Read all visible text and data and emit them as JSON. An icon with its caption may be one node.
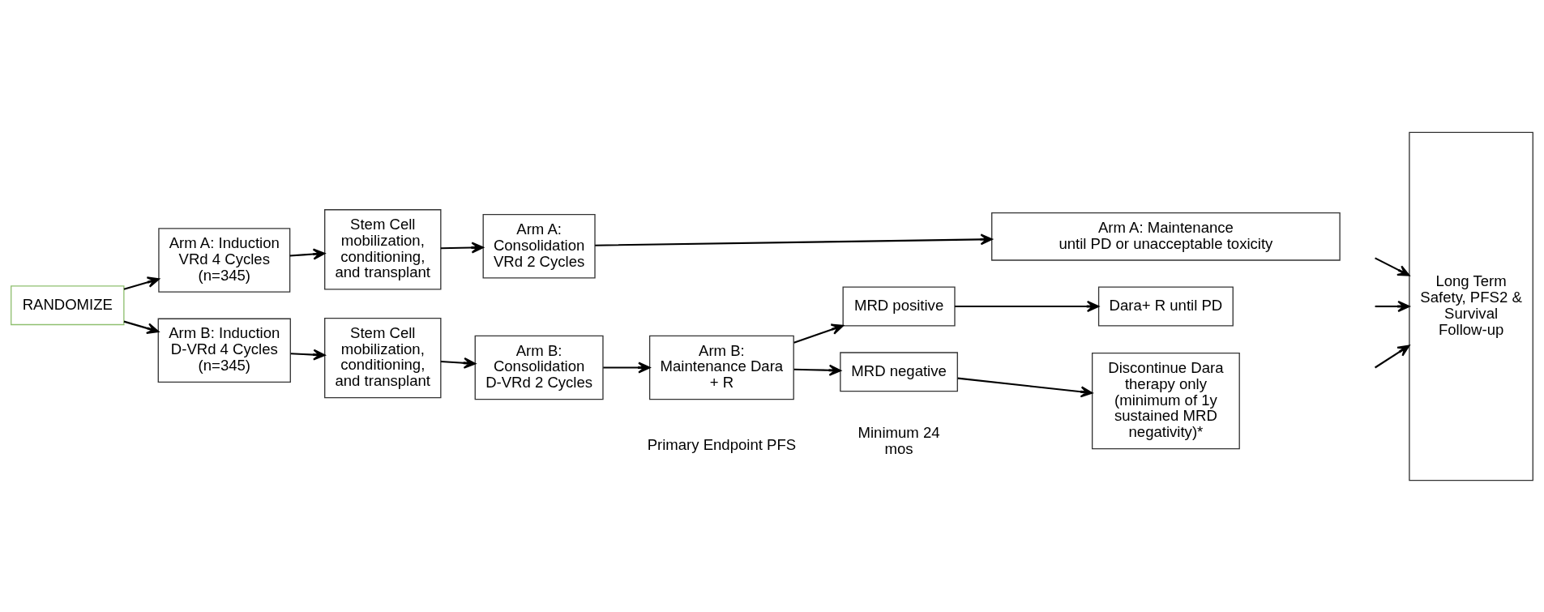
{
  "diagram": {
    "nodes": [
      {
        "text": [
          "RANDOMIZE"
        ]
      },
      {
        "text": [
          "Arm A: Induction VRd 4 Cycles (n=345)"
        ]
      },
      {
        "text": [
          "Stem Cell mobilization, conditioning, and transplant"
        ]
      },
      {
        "text": [
          "Arm A: Consolidation VRd 2 Cycles"
        ]
      },
      {
        "text": [
          "Arm A: Maintenance",
          "until PD or unacceptable toxicity"
        ]
      },
      {
        "text": [
          "Arm B: Induction D-VRd 4 Cycles (n=345)"
        ]
      },
      {
        "text": [
          "Stem Cell mobilization, conditioning, and transplant"
        ]
      },
      {
        "text": [
          "Arm B: Consolidation D-VRd 2 Cycles"
        ]
      },
      {
        "text": [
          "Arm B: Maintenance Dara + R"
        ]
      },
      {
        "text": [
          "MRD positive"
        ]
      },
      {
        "text": [
          "Dara+ R until PD"
        ]
      },
      {
        "text": [
          "MRD negative"
        ]
      },
      {
        "text": [
          "Discontinue Dara therapy only (minimum of 1y sustained MRD negativity)*"
        ]
      },
      {
        "text": [
          "Long Term Safety, PFS2 & Survival Follow-up"
        ]
      }
    ],
    "edges": [
      {
        "from": 0,
        "to": 1,
        "arrow": "to"
      },
      {
        "from": 0,
        "to": 5,
        "arrow": "to"
      },
      {
        "from": 1,
        "to": 2,
        "arrow": "to"
      },
      {
        "from": 2,
        "to": 3,
        "arrow": "to"
      },
      {
        "from": 3,
        "to": 4,
        "arrow": "to"
      },
      {
        "from": 5,
        "to": 6,
        "arrow": "to"
      },
      {
        "from": 6,
        "to": 7,
        "arrow": "to"
      },
      {
        "from": 7,
        "to": 8,
        "arrow": "to"
      },
      {
        "from": 8,
        "to": 9,
        "arrow": "to"
      },
      {
        "from": 8,
        "to": 11,
        "arrow": "to"
      },
      {
        "from": 9,
        "to": 10,
        "arrow": "to"
      },
      {
        "from": 11,
        "to": 12,
        "arrow": "to"
      },
      {
        "from": null,
        "to": 13,
        "arrow": "to"
      },
      {
        "from": null,
        "to": 13,
        "arrow": "to"
      },
      {
        "from": null,
        "to": 13,
        "arrow": "to"
      }
    ],
    "labels": [
      "Minimum 24 mos",
      "Primary Endpoint PFS"
    ]
  }
}
